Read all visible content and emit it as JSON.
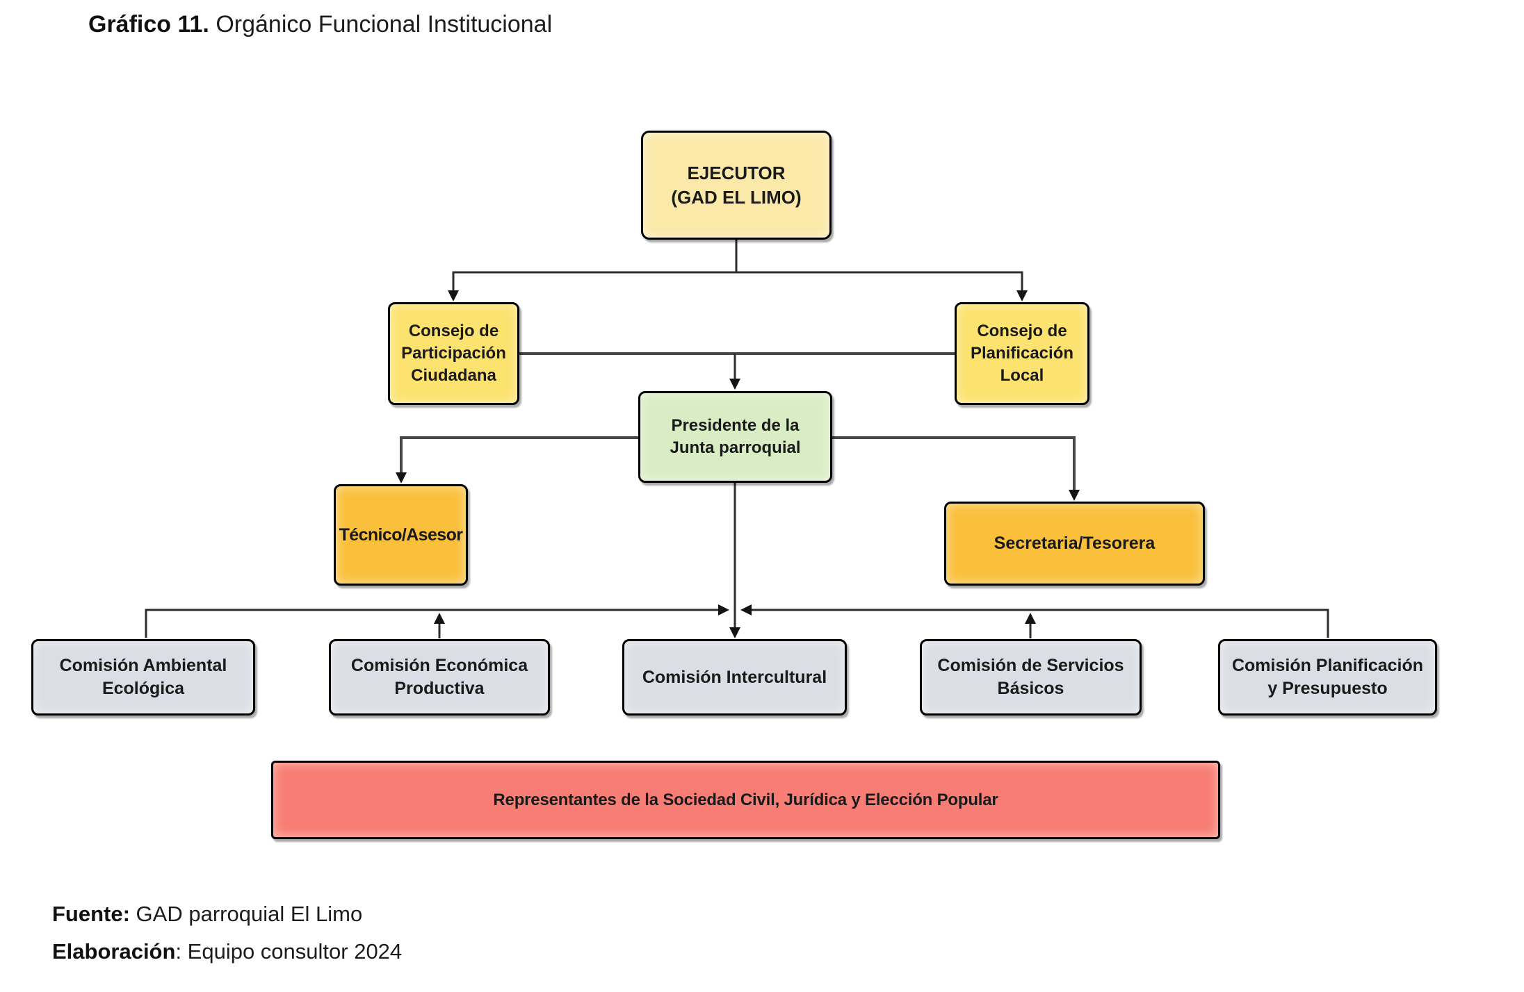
{
  "title": {
    "prefix": "Gráfico 11.",
    "rest": " Orgánico Funcional Institucional"
  },
  "colors": {
    "ejecutor": "#FBE9A9",
    "consejo": "#FCE26E",
    "presidente": "#D9EDC4",
    "staff": "#FAC03C",
    "comision": "#DBDFE5",
    "representantes": "#F87D74",
    "border": "#000000",
    "line": "#2e2e2e"
  },
  "orgchart": {
    "nodes": {
      "ejecutor": {
        "label": "EJECUTOR\n(GAD EL LIMO)"
      },
      "consejo_participacion": {
        "label": "Consejo de\nParticipación\nCiudadana"
      },
      "consejo_planificacion": {
        "label": "Consejo de\nPlanificación\nLocal"
      },
      "presidente": {
        "label": "Presidente de la\nJunta parroquial"
      },
      "tecnico": {
        "label": "Técnico/Asesor"
      },
      "secretaria": {
        "label": "Secretaria/Tesorera"
      },
      "comision_ambiental": {
        "label": "Comisión Ambiental\nEcológica"
      },
      "comision_economica": {
        "label": "Comisión Económica\nProductiva"
      },
      "comision_intercultural": {
        "label": "Comisión Intercultural"
      },
      "comision_servicios": {
        "label": "Comisión de Servicios\nBásicos"
      },
      "comision_planificacion": {
        "label": "Comisión Planificación\ny Presupuesto"
      },
      "representantes": {
        "label": "Representantes de la Sociedad Civil, Jurídica y Elección Popular"
      }
    },
    "edges": [
      {
        "from": "ejecutor",
        "to": "consejo_participacion",
        "arrow": "to"
      },
      {
        "from": "ejecutor",
        "to": "consejo_planificacion",
        "arrow": "to"
      },
      {
        "from": "consejo_participacion",
        "to": "consejo_planificacion",
        "arrow": "none"
      },
      {
        "from": "linea_consejos_centro",
        "to": "presidente",
        "arrow": "to"
      },
      {
        "from": "presidente",
        "to": "tecnico",
        "arrow": "to"
      },
      {
        "from": "presidente",
        "to": "secretaria",
        "arrow": "to"
      },
      {
        "from": "presidente",
        "to": "comision_intercultural",
        "arrow": "to"
      },
      {
        "from": "bus_comisiones",
        "to": "comision_ambiental",
        "arrow": "none"
      },
      {
        "from": "comision_economica",
        "to": "bus_comisiones",
        "arrow": "to"
      },
      {
        "from": "comision_servicios",
        "to": "bus_comisiones",
        "arrow": "to"
      },
      {
        "from": "bus_comisiones",
        "to": "comision_planificacion",
        "arrow": "none"
      }
    ]
  },
  "footer": {
    "sources": [
      {
        "label": "Fuente:",
        "value": " GAD parroquial El Limo"
      },
      {
        "label": "Elaboración",
        "value": ": Equipo consultor 2024"
      }
    ]
  }
}
